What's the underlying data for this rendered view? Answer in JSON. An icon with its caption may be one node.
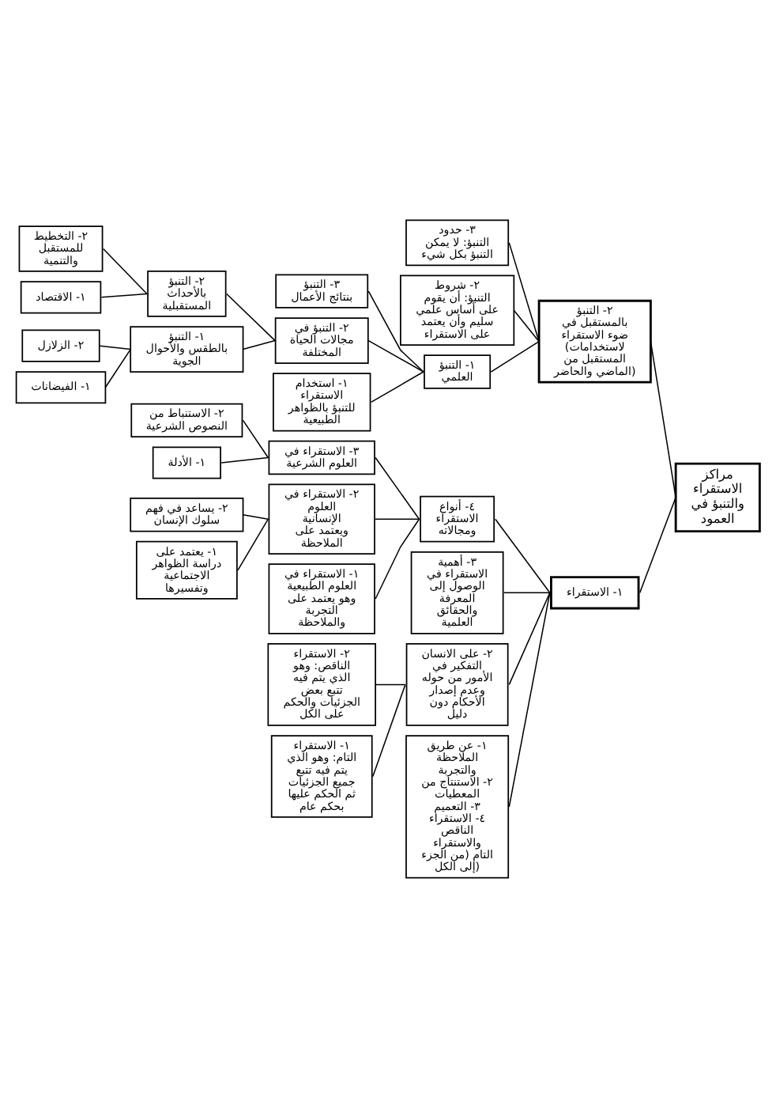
{
  "diagram": {
    "nodes": [
      {
        "text": [
          "مراكز الاستقراء والتنبؤ في العمود"
        ]
      },
      {
        "text": [
          "١- الاستقراء"
        ]
      },
      {
        "text": [
          "١- عن طريق الملاحظة والتجربة ٢- الاستنتاج من المعطيات ٣- التعميم ٤- الاستقراء الناقص والاستقراء التام (من الجزء إلى الكل)"
        ]
      },
      {
        "text": [
          "٢- على الانسان التفكير في الأمور من حوله وعدم إصدار الأحكام دون دليل"
        ]
      },
      {
        "text": [
          "١- الاستقراء التام: وهو الذي يتم فيه تتبع جميع الجزئيات ثم الحكم عليها بحكم عام"
        ]
      },
      {
        "text": [
          "٢- الاستقراء الناقص: وهو الذي يتم فيه تتبع بعض الجزئيات والحكم على الكل"
        ]
      },
      {
        "text": [
          "٣- أهمية الاستقراء في الوصول إلى المعرفة والحقائق العلمية"
        ]
      },
      {
        "text": [
          "٤- أنواع الاستقراء ومجالاته"
        ]
      },
      {
        "text": [
          "١- الاستقراء في العلوم الطبيعية وهو يعتمد على التجربة والملاحظة"
        ]
      },
      {
        "text": [
          "٢- الاستقراء في العلوم الإنسانية ويعتمد على الملاحظة"
        ]
      },
      {
        "text": [
          "١- يعتمد على دراسة الظواهر الاجتماعية وتفسيرها"
        ]
      },
      {
        "text": [
          "٢- يساعد في فهم سلوك الإنسان"
        ]
      },
      {
        "text": [
          "٣- الاستقراء في العلوم الشرعية"
        ]
      },
      {
        "text": [
          "١- الأدلة"
        ]
      },
      {
        "text": [
          "٢- الاستنباط من النصوص الشرعية"
        ]
      },
      {
        "text": [
          "٢- التنبؤ بالمستقبل في ضوء الاستقراء (لاستخدامات المستقبل من الماضي والحاضر)"
        ]
      },
      {
        "text": [
          "١- التنبؤ العلمي"
        ]
      },
      {
        "text": [
          "١- استخدام الاستقراء للتنبؤ بالظواهر الطبيعية"
        ]
      },
      {
        "text": [
          "٢- التنبؤ في مجالات الحياة المختلفة"
        ]
      },
      {
        "text": [
          "١- التنبؤ بالطقس والأحوال الجوية"
        ]
      },
      {
        "text": [
          "١- الفيضانات"
        ]
      },
      {
        "text": [
          "٢- الزلازل"
        ]
      },
      {
        "text": [
          "٢- التنبؤ بالأحداث المستقبلية"
        ]
      },
      {
        "text": [
          "١- الاقتصاد"
        ]
      },
      {
        "text": [
          "٢- التخطيط للمستقبل والتنمية"
        ]
      },
      {
        "text": [
          "٣- التنبؤ بنتائج الأعمال"
        ]
      },
      {
        "text": [
          "٢- شروط التنبؤ: أن يقوم على أساس علمي سليم وأن يعتمد على الاستقراء"
        ]
      },
      {
        "text": [
          "٣- حدود التنبؤ: لا يمكن التنبؤ بكل شيء"
        ]
      }
    ],
    "edges": [
      {
        "from": 0,
        "to": 15,
        "arrow": "none"
      },
      {
        "from": 15,
        "to": 27,
        "arrow": "none"
      },
      {
        "from": 15,
        "to": 26,
        "arrow": "none"
      },
      {
        "from": 15,
        "to": 16,
        "arrow": "none"
      },
      {
        "from": 16,
        "to": 25,
        "arrow": "none"
      },
      {
        "from": 16,
        "to": 18,
        "arrow": "none"
      },
      {
        "from": 18,
        "to": 22,
        "arrow": "none"
      },
      {
        "from": 22,
        "to": 24,
        "arrow": "none"
      },
      {
        "from": 22,
        "to": 23,
        "arrow": "none"
      },
      {
        "from": 18,
        "to": 19,
        "arrow": "none"
      },
      {
        "from": 19,
        "to": 21,
        "arrow": "none"
      },
      {
        "from": 19,
        "to": 20,
        "arrow": "none"
      },
      {
        "from": 16,
        "to": 17,
        "arrow": "none"
      },
      {
        "from": 0,
        "to": 1,
        "arrow": "none"
      },
      {
        "from": 1,
        "to": 7,
        "arrow": "none"
      },
      {
        "from": 7,
        "to": 12,
        "arrow": "none"
      },
      {
        "from": 12,
        "to": 14,
        "arrow": "none"
      },
      {
        "from": 12,
        "to": 13,
        "arrow": "none"
      },
      {
        "from": 7,
        "to": 9,
        "arrow": "none"
      },
      {
        "from": 9,
        "to": 11,
        "arrow": "none"
      },
      {
        "from": 9,
        "to": 10,
        "arrow": "none"
      },
      {
        "from": 7,
        "to": 8,
        "arrow": "none"
      },
      {
        "from": 1,
        "to": 6,
        "arrow": "none"
      },
      {
        "from": 1,
        "to": 3,
        "arrow": "none"
      },
      {
        "from": 3,
        "to": 5,
        "arrow": "none"
      },
      {
        "from": 3,
        "to": 4,
        "arrow": "none"
      },
      {
        "from": 1,
        "to": 2,
        "arrow": "none"
      }
    ]
  }
}
